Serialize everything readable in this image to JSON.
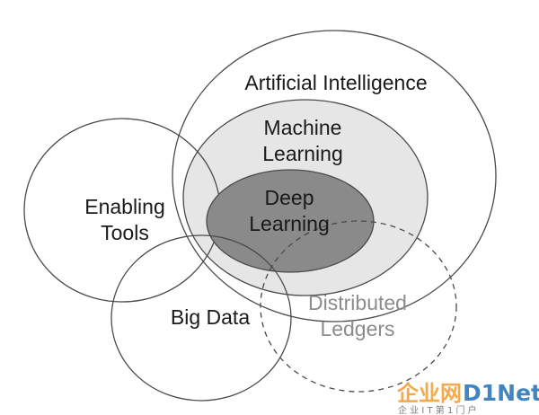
{
  "diagram": {
    "labels": {
      "artificial_intelligence": "Artificial Intelligence",
      "machine_learning_line1": "Machine",
      "machine_learning_line2": "Learning",
      "deep_learning_line1": "Deep",
      "deep_learning_line2": "Learning",
      "enabling_tools_line1": "Enabling",
      "enabling_tools_line2": "Tools",
      "big_data": "Big Data",
      "distributed_ledgers_line1": "Distributed",
      "distributed_ledgers_line2": "Ledgers"
    }
  },
  "watermark": {
    "brand_cn": "企业网",
    "brand_latin": "D1Net",
    "tagline": "企 业 I T 第 1 门 户",
    "colors": {
      "cn": "#f29a2e",
      "latin": "#1f6fb5"
    }
  },
  "colors": {
    "outline": "#4a4a4a",
    "ml_fill": "#e6e6e6",
    "dl_fill": "#8a8a8a",
    "dim_text": "#8c8c8c"
  }
}
